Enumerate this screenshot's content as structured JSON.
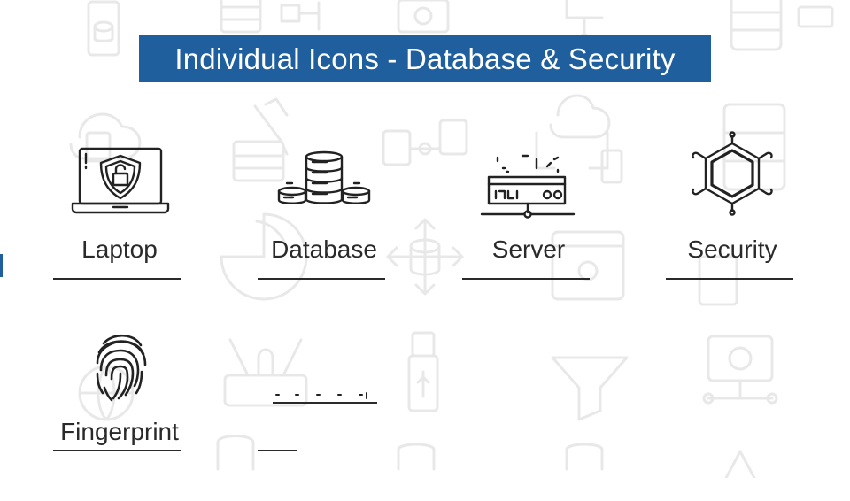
{
  "title": "Individual Icons - Database & Security",
  "colors": {
    "banner": "#1f5f9e",
    "ink": "#222222",
    "ghost": "#ececec"
  },
  "icons": [
    {
      "label": "Laptop",
      "icon": "laptop-shield-icon"
    },
    {
      "label": "Database",
      "icon": "database-stack-icon"
    },
    {
      "label": "Server",
      "icon": "server-network-icon"
    },
    {
      "label": "Security",
      "icon": "hexagon-security-icon"
    },
    {
      "label": "Fingerprint",
      "icon": "fingerprint-icon"
    }
  ]
}
